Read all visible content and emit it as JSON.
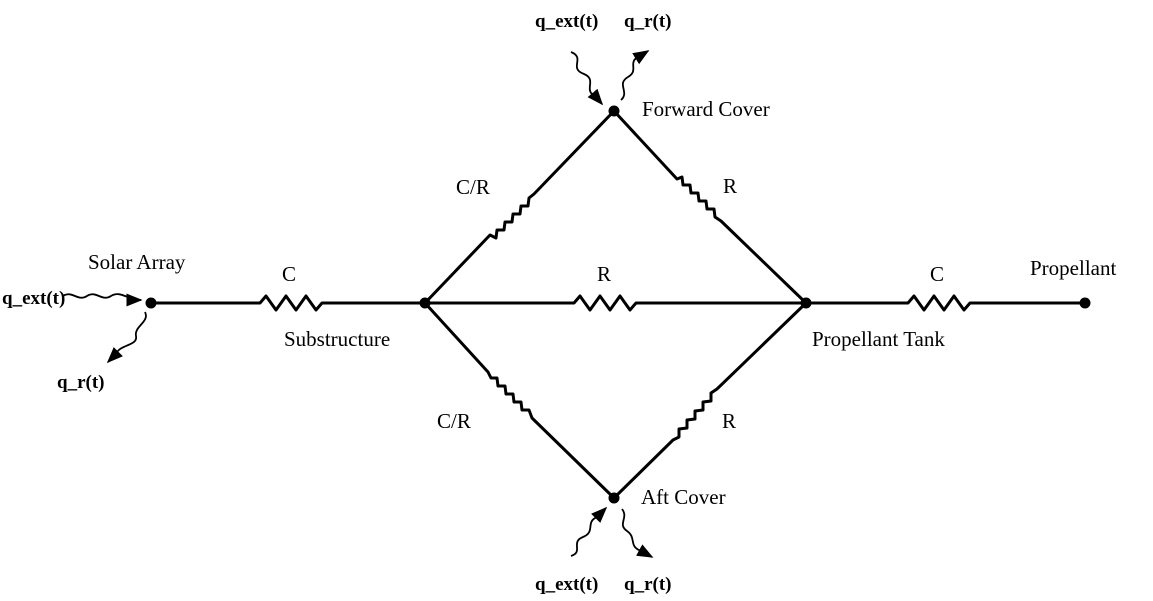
{
  "colors": {
    "ink": "#000000",
    "background": "#ffffff"
  },
  "nodes": {
    "solar_array": "Solar Array",
    "substructure": "Substructure",
    "forward_cover": "Forward Cover",
    "propellant_tank": "Propellant Tank",
    "aft_cover": "Aft Cover",
    "propellant": "Propellant"
  },
  "elements": {
    "solar_to_substructure": "C",
    "substructure_to_forward": "C/R",
    "forward_to_tank": "R",
    "substructure_to_tank": "R",
    "tank_to_propellant": "C",
    "substructure_to_aft": "C/R",
    "aft_to_tank": "R"
  },
  "heat_flows": {
    "forward_in": "q_ext(t)",
    "forward_out": "q_r(t)",
    "solar_in": "q_ext(t)",
    "solar_out": "q_r(t)",
    "aft_in": "q_ext(t)",
    "aft_out": "q_r(t)"
  }
}
